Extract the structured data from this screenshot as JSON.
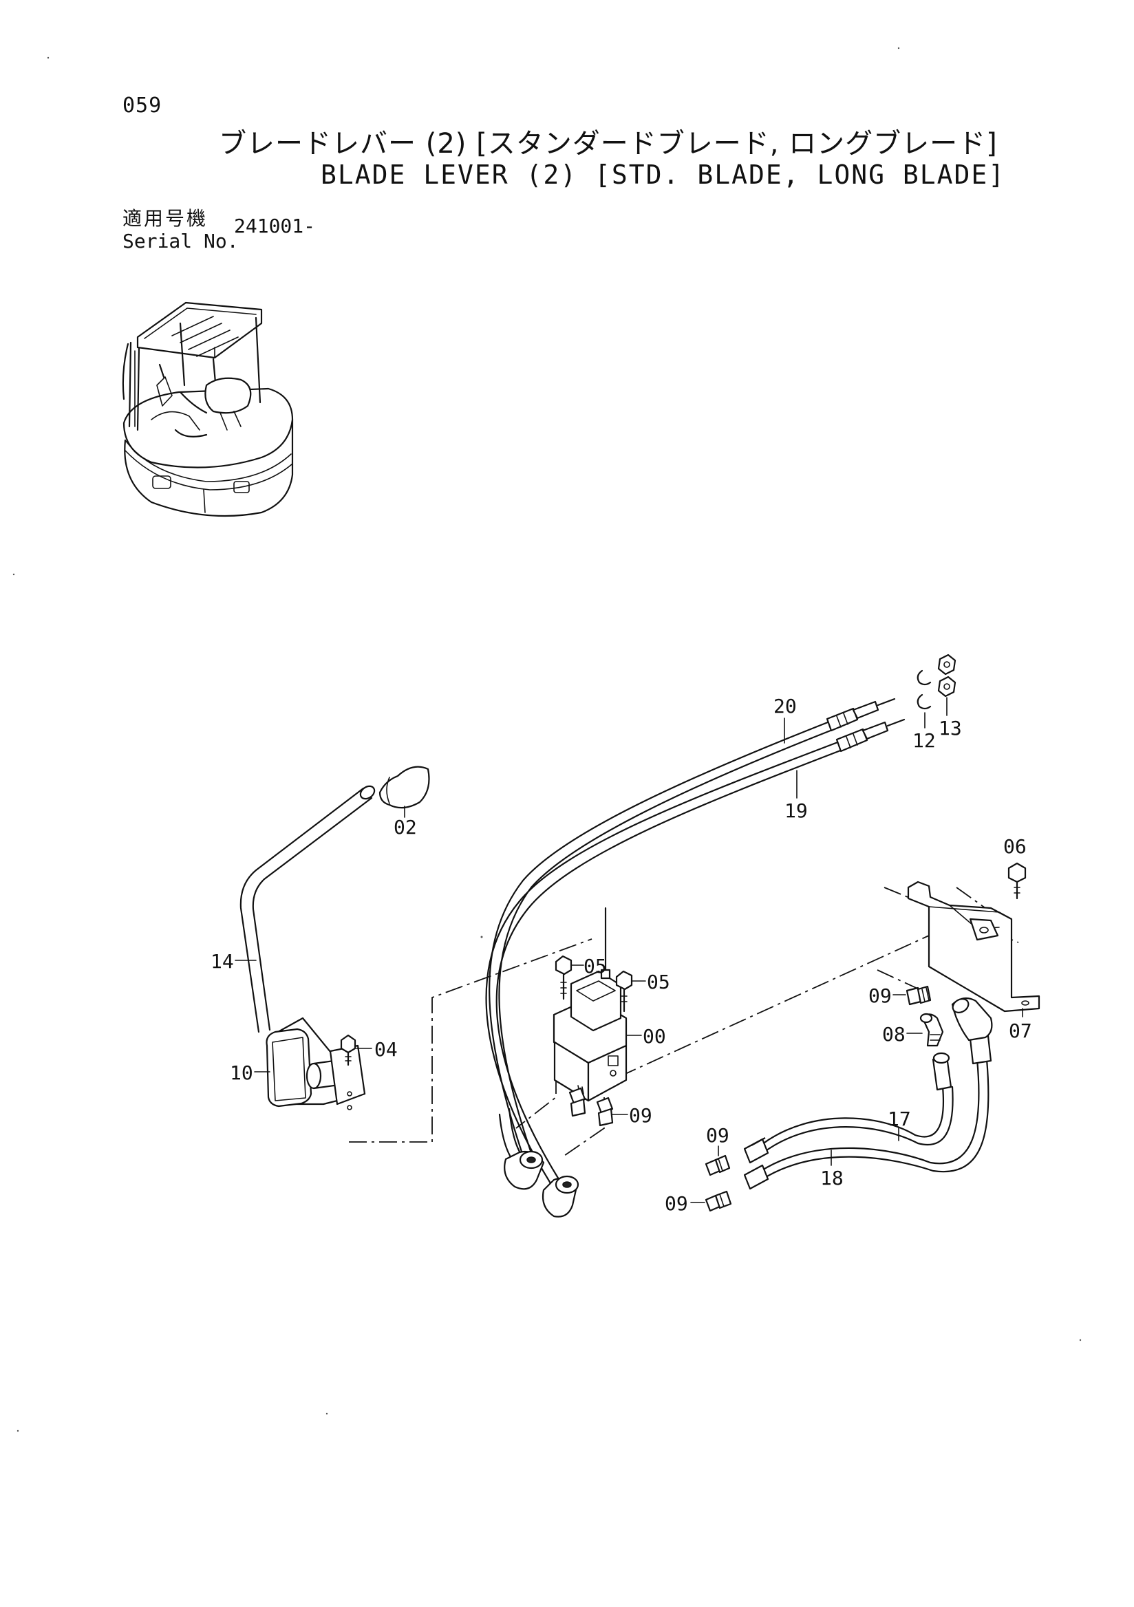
{
  "header": {
    "page_number": "059",
    "title_jp": "ブレードレバー (2) [スタンダードブレード, ロングブレード]",
    "title_en": "BLADE LEVER (2) [STD. BLADE, LONG BLADE]",
    "serial_label_jp": "適用号機",
    "serial_label_en": "Serial No.",
    "serial_value": "241001-"
  },
  "callouts": {
    "p00": "00",
    "p02": "02",
    "p04": "04",
    "p05a": "05",
    "p05b": "05",
    "p06": "06",
    "p07": "07",
    "p08": "08",
    "p09a": "09",
    "p09b": "09",
    "p09c": "09",
    "p09d": "09",
    "p10": "10",
    "p12": "12",
    "p13": "13",
    "p14": "14",
    "p17": "17",
    "p18": "18",
    "p19": "19",
    "p20": "20"
  }
}
